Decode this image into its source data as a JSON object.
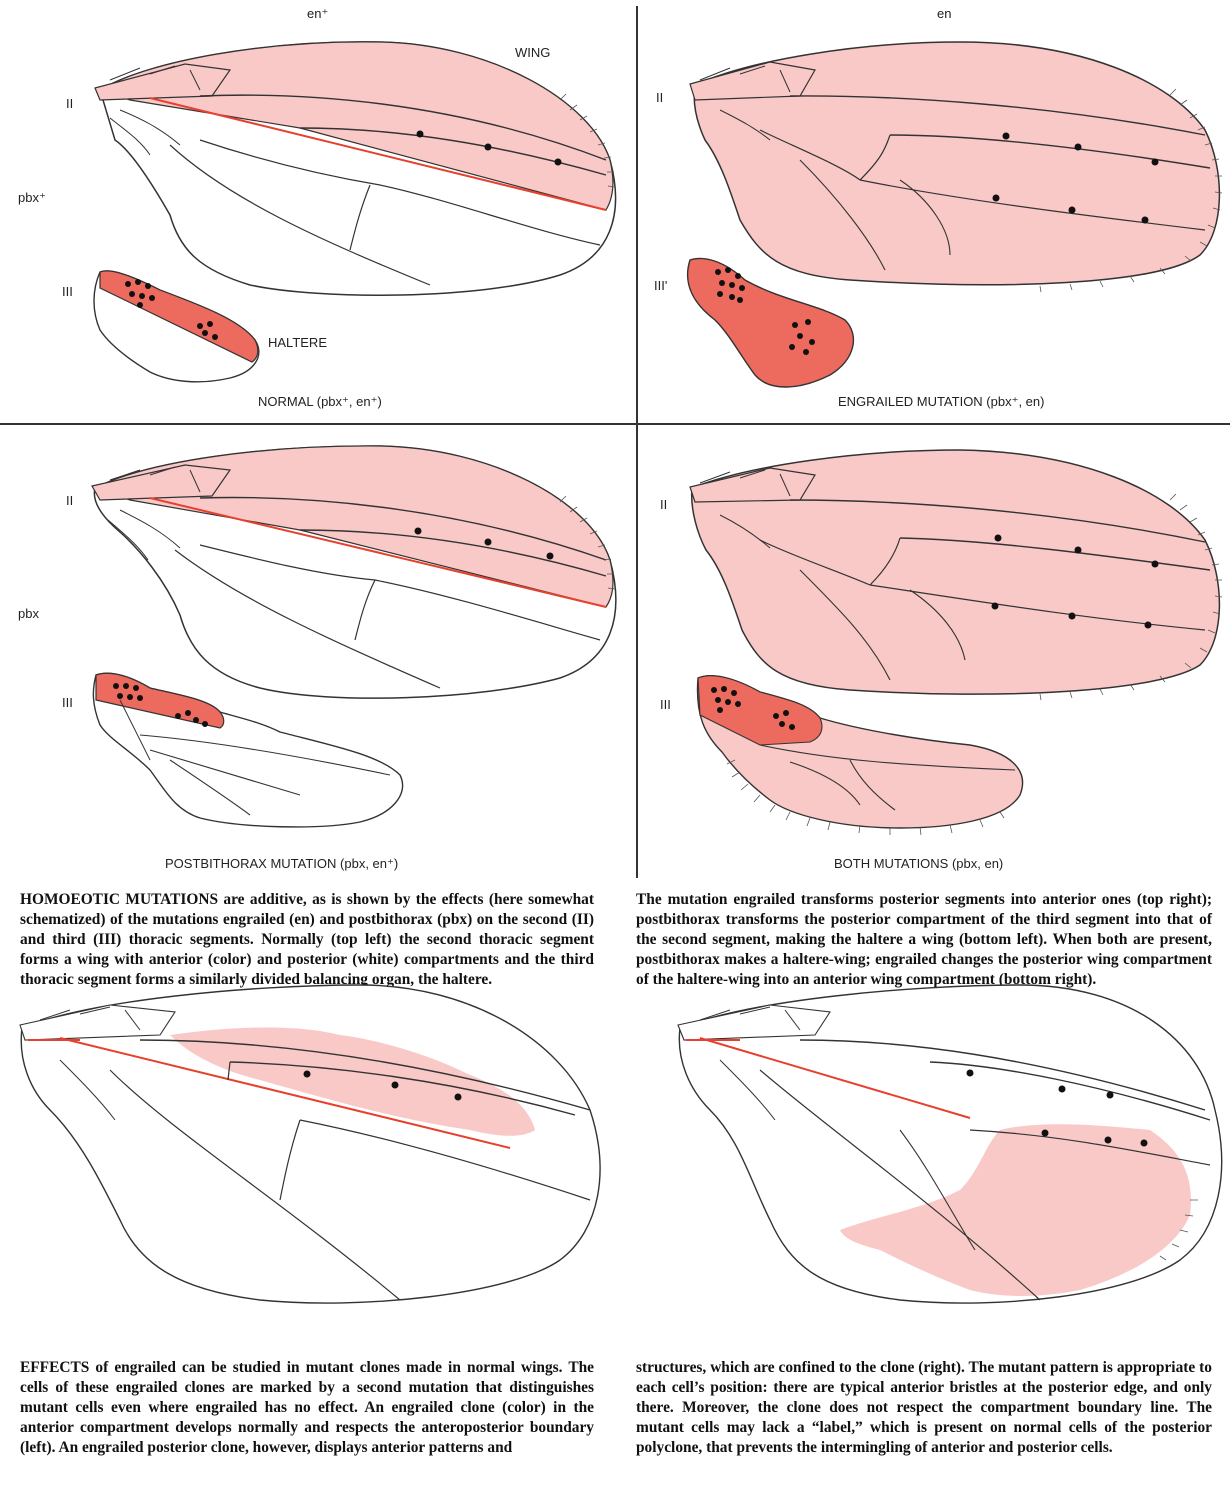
{
  "column_headers": {
    "left": "en⁺",
    "right": "en"
  },
  "row_labels": {
    "top": "pbx⁺",
    "bottom": "pbx"
  },
  "segment_labels": {
    "second": "II",
    "third": "III",
    "third_transformed": "III'"
  },
  "organ_labels": {
    "wing": "WING",
    "haltere": "HALTERE"
  },
  "panel_titles": {
    "normal": "NORMAL (pbx⁺, en⁺)",
    "engrailed": "ENGRAILED MUTATION (pbx⁺, en)",
    "postbithorax": "POSTBITHORAX MUTATION (pbx, en⁺)",
    "both": "BOTH MUTATIONS (pbx, en)"
  },
  "colors": {
    "anterior": "#f8c9c6",
    "clone_dark": "#ec6a5e",
    "boundary": "#e8402e",
    "vein": "#333333"
  },
  "caption_homoeotic": {
    "left": "HOMOEOTIC MUTATIONS are additive, as is shown by the effects (here somewhat schematized) of the mutations engrailed (en) and postbithorax (pbx) on the second (II) and third (III) thoracic segments. Normally (top left) the second thoracic segment forms a wing with anterior (color) and posterior (white) compartments and the third thoracic segment forms a similarly divided balancing organ, the haltere.",
    "right": "The mutation engrailed transforms posterior segments into anterior ones (top right); postbithorax transforms the posterior compartment of the third segment into that of the second segment, making the haltere a wing (bottom left). When both are present, postbithorax makes a haltere-wing; engrailed changes the posterior wing compartment of the haltere-wing into an anterior wing compartment (bottom right)."
  },
  "caption_effects": {
    "left": "EFFECTS of engrailed can be studied in mutant clones made in normal wings. The cells of these engrailed clones are marked by a second mutation that distinguishes mutant cells even where engrailed has no effect. An engrailed clone (color) in the anterior compartment develops normally and respects the anteroposterior boundary (left). An engrailed posterior clone, however, displays anterior patterns and",
    "right": "structures, which are confined to the clone (right). The mutant pattern is appropriate to each cell’s position: there are typical anterior bristles at the posterior edge, and only there. Moreover, the clone does not respect the compartment boundary line. The mutant cells may lack a “label,” which is present on normal cells of the posterior polyclone, that prevents the intermingling of anterior and posterior cells."
  }
}
